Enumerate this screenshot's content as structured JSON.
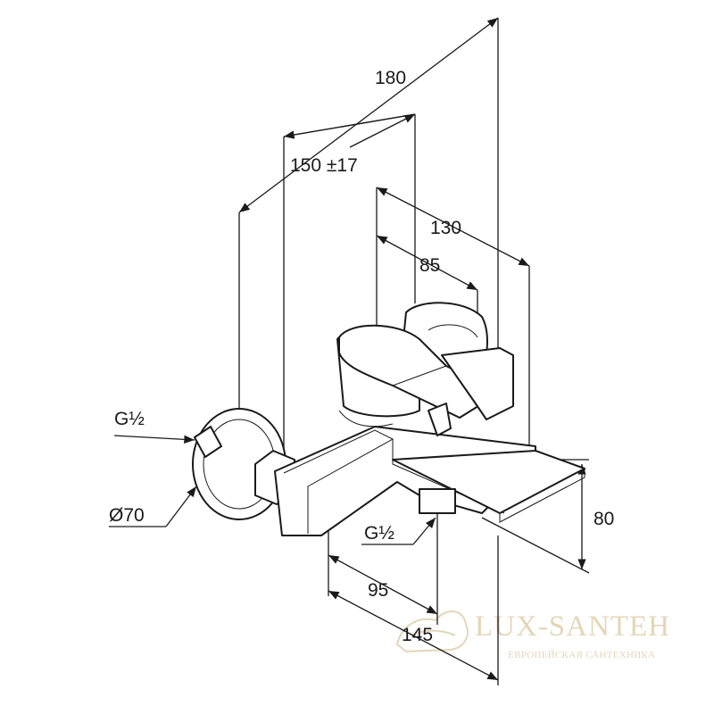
{
  "dimensions": {
    "overall_depth": "180",
    "adjustable_center": "150 ±17",
    "handle_depth": "130",
    "lever_depth": "85",
    "inlet_thread_top": "G½",
    "flange_diameter": "Ø70",
    "outlet_thread": "G½",
    "height": "80",
    "spout_offset": "95",
    "spout_projection": "145"
  },
  "watermark": {
    "brand": "LUX-SANTEH",
    "tagline": "ЕВРОПЕЙСКАЯ САНТЕХНИКА"
  }
}
